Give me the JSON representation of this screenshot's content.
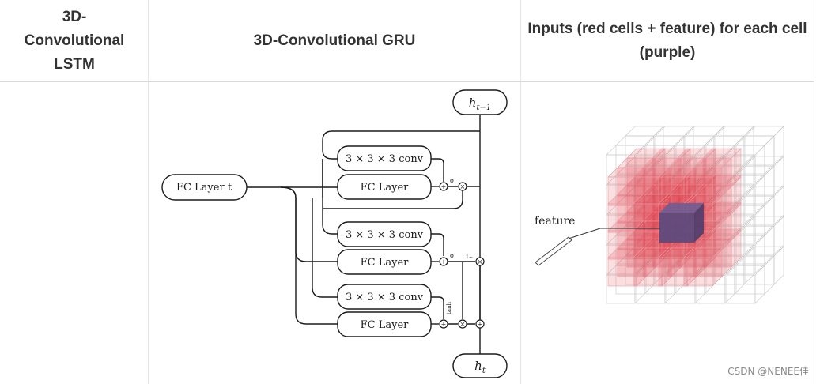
{
  "table": {
    "headers": [
      "3D-Convolutional LSTM",
      "3D-Convolutional GRU",
      "Inputs (red cells + feature) for each cell (purple)"
    ]
  },
  "gru_diagram": {
    "fc_input": "FC Layer t",
    "h_prev": "h_{t-1}",
    "h_out": "h_t",
    "conv_label": "3 × 3 × 3 conv",
    "fc_label": "FC Layer",
    "sigma": "σ",
    "one_minus": "1−",
    "tanh": "tanh",
    "plus": "+",
    "times": "×"
  },
  "cells_diagram": {
    "feature_label": "feature"
  },
  "watermark": "CSDN @NENEE佳"
}
